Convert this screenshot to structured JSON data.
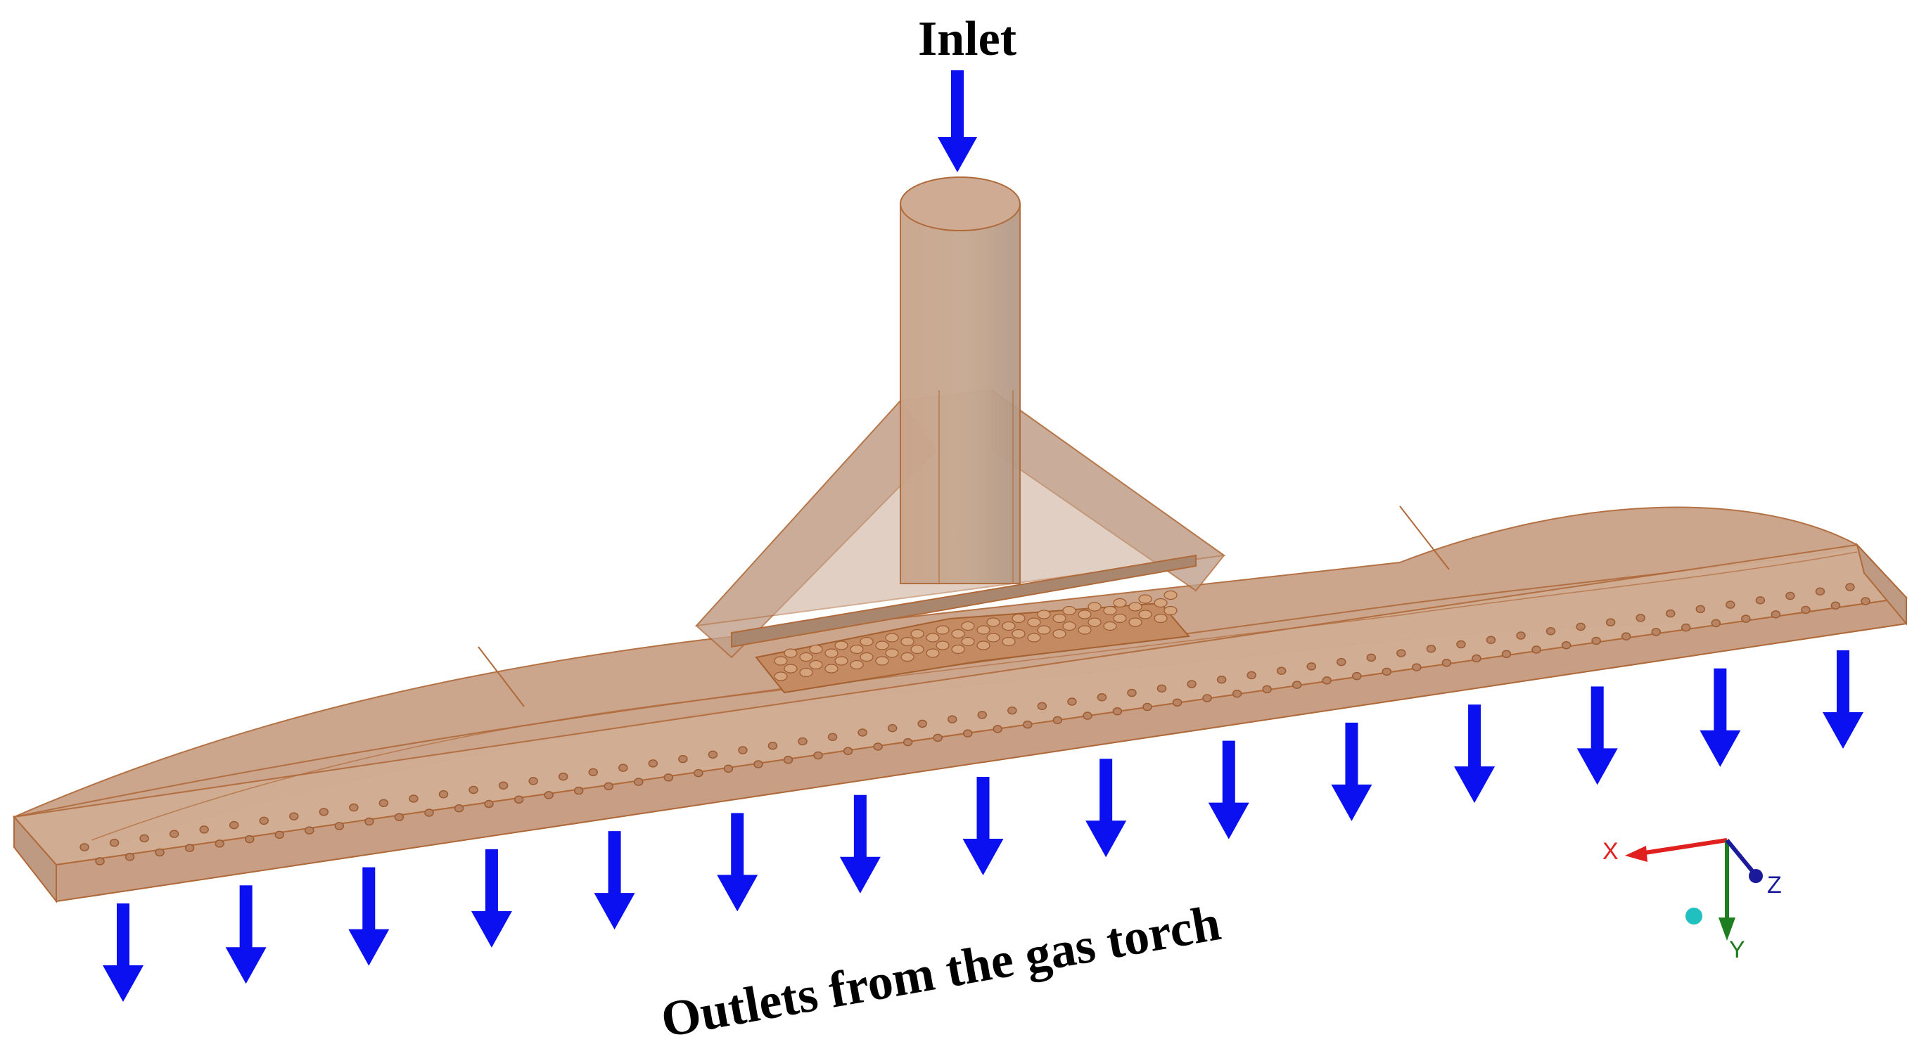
{
  "labels": {
    "inlet": "Inlet",
    "outlets": "Outlets from the gas torch"
  },
  "axes_triad": {
    "x_label": "X",
    "y_label": "Y",
    "z_label": "Z",
    "x_color": "#e0201e",
    "y_color": "#1e7d1e",
    "z_color": "#1a1a9a",
    "origin_dot_color": "#20c0c0"
  },
  "colors": {
    "arrow": "#0a10f0",
    "body_fill": "#caa68c",
    "body_edge": "#b06a3a",
    "hole_fill": "#b98463",
    "background": "#ffffff"
  }
}
